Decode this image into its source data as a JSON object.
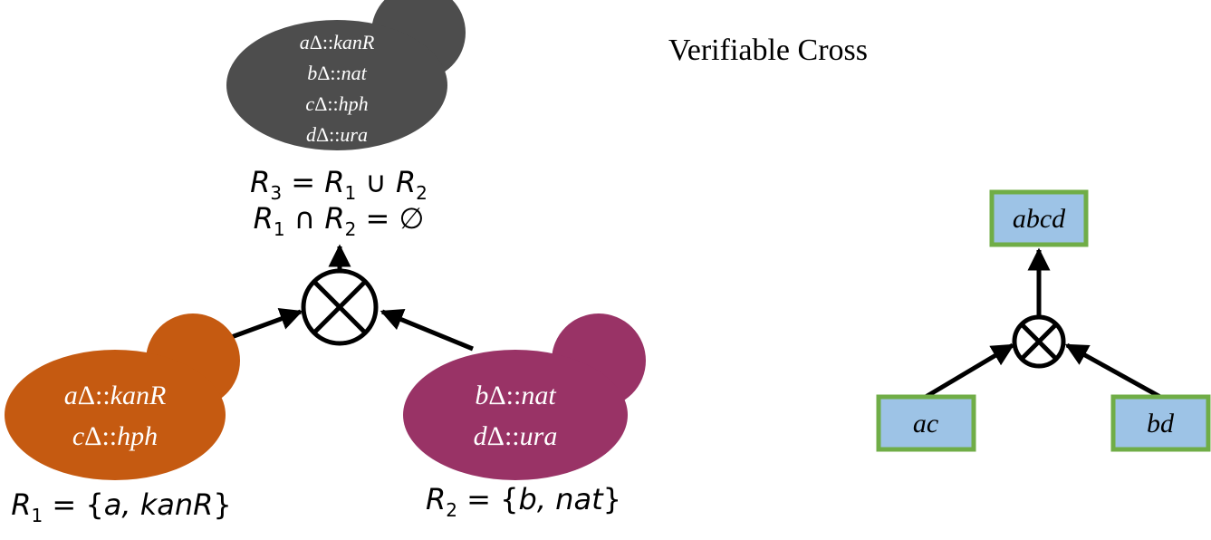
{
  "title": "Verifiable Cross",
  "colors": {
    "parent_cell": "#4d4d4d",
    "left_cell": "#c55a11",
    "right_cell": "#993366",
    "box_fill": "#9dc3e6",
    "box_border": "#70ad47",
    "line": "#000000",
    "cell_text": "#ffffff"
  },
  "left_diagram": {
    "parent": {
      "lines": [
        {
          "gene": "a",
          "delta": "Δ::",
          "marker": "kanR"
        },
        {
          "gene": "b",
          "delta": "Δ::",
          "marker": "nat"
        },
        {
          "gene": "c",
          "delta": "Δ::",
          "marker": "hph"
        },
        {
          "gene": "d",
          "delta": "Δ::",
          "marker": "ura"
        }
      ],
      "eq1": {
        "a": "R",
        "a_sub": "3",
        "op": " = ",
        "b": "R",
        "b_sub": "1",
        "op2": " ∪ ",
        "c": "R",
        "c_sub": "2"
      },
      "eq2": {
        "a": "R",
        "a_sub": "1",
        "op": " ∩ ",
        "b": "R",
        "b_sub": "2",
        "op2": " = ",
        "c": "∅"
      }
    },
    "left": {
      "lines": [
        {
          "gene": "a",
          "delta": "Δ::",
          "marker": "kanR"
        },
        {
          "gene": "c",
          "delta": "Δ::",
          "marker": "hph"
        }
      ],
      "set": {
        "var": "R",
        "sub": "1",
        "eq": " = {",
        "items": "a, kanR",
        "close": "}"
      }
    },
    "right": {
      "lines": [
        {
          "gene": "b",
          "delta": "Δ::",
          "marker": "nat"
        },
        {
          "gene": "d",
          "delta": "Δ::",
          "marker": "ura"
        }
      ],
      "set": {
        "var": "R",
        "sub": "2",
        "eq": " = {",
        "items": "b, nat",
        "close": "}"
      }
    },
    "cross_icon": "circled-times-icon"
  },
  "right_diagram": {
    "top": "abcd",
    "left": "ac",
    "right": "bd",
    "cross_icon": "circled-times-icon"
  }
}
